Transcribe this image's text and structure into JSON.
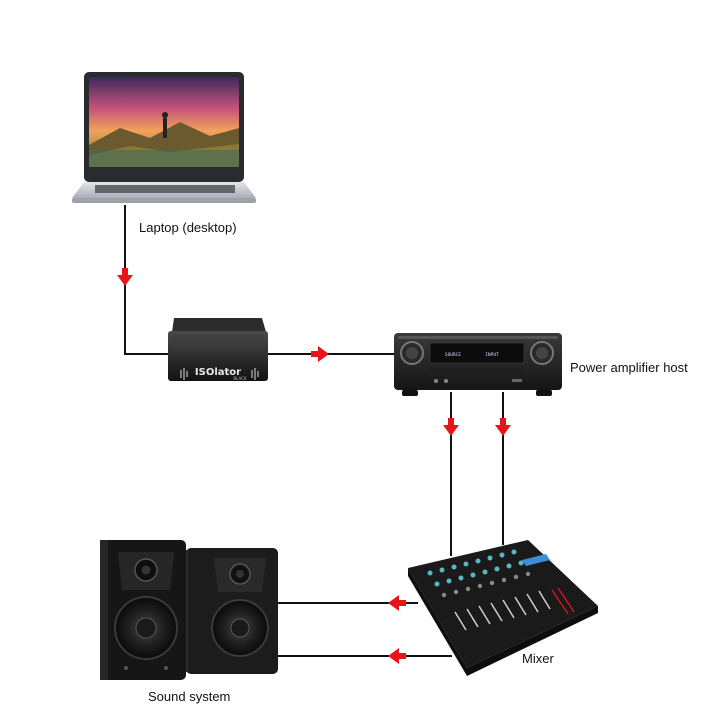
{
  "nodes": {
    "laptop": {
      "label": "Laptop (desktop)"
    },
    "isolator": {
      "brand_text": "ISOlator",
      "sub_text": "BLACK"
    },
    "amplifier": {
      "label": "Power amplifier host",
      "display_left": "SOURCE",
      "display_right": "INPUT"
    },
    "mixer": {
      "label": "Mixer"
    },
    "speakers": {
      "label": "Sound system"
    }
  },
  "colors": {
    "wire": "#111111",
    "arrow": "#e8141c",
    "device_dark": "#1b1b1b",
    "laptop_silver": "#c9ccd1"
  },
  "icons": [
    "right-arrow-icon",
    "down-arrow-icon",
    "left-arrow-icon"
  ]
}
